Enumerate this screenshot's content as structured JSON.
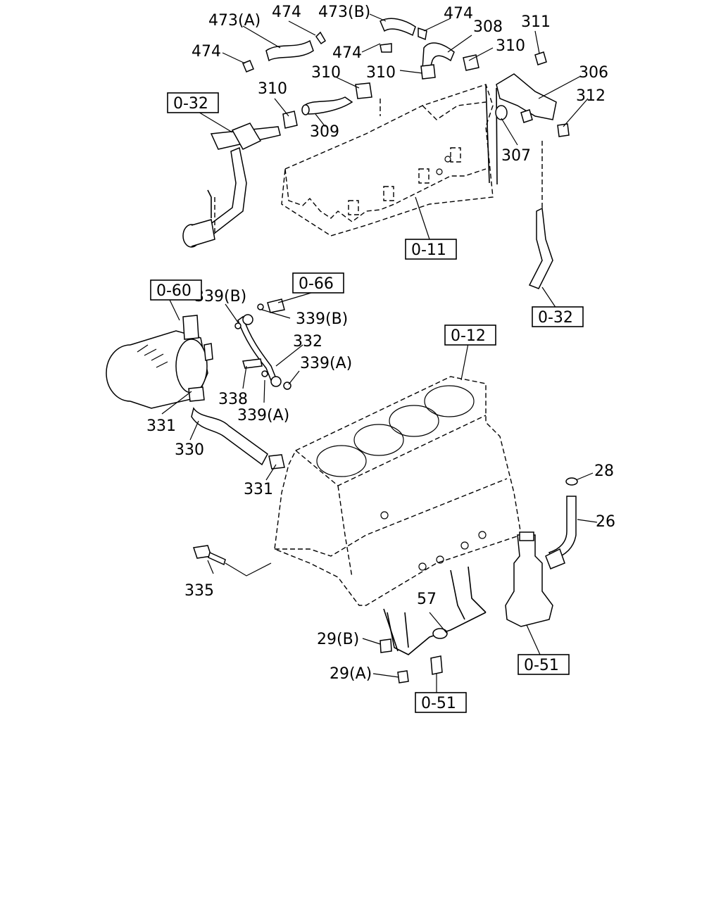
{
  "callouts": {
    "c473a": "473(A)",
    "c474_top": "474",
    "c473b": "473(B)",
    "c474_top_right": "474",
    "c308": "308",
    "c311": "311",
    "c474_left": "474",
    "c474_mid": "474",
    "c310_right": "310",
    "c310_mid": "310",
    "c310_center": "310",
    "c306": "306",
    "c312": "312",
    "c310_left": "310",
    "c309": "309",
    "c307": "307",
    "c339b_left": "339(B)",
    "c339b_right": "339(B)",
    "c332": "332",
    "c339a_right": "339(A)",
    "c338": "338",
    "c339a_bottom": "339(A)",
    "c331_upper": "331",
    "c330": "330",
    "c331_lower": "331",
    "c28": "28",
    "c26": "26",
    "c335": "335",
    "c57": "57",
    "c29b": "29(B)",
    "c29a": "29(A)"
  },
  "refs": {
    "r032_top": "0-32",
    "r011": "0-11",
    "r032_right": "0-32",
    "r060": "0-60",
    "r066": "0-66",
    "r012": "0-12",
    "r051_right": "0-51",
    "r051_bottom": "0-51"
  }
}
